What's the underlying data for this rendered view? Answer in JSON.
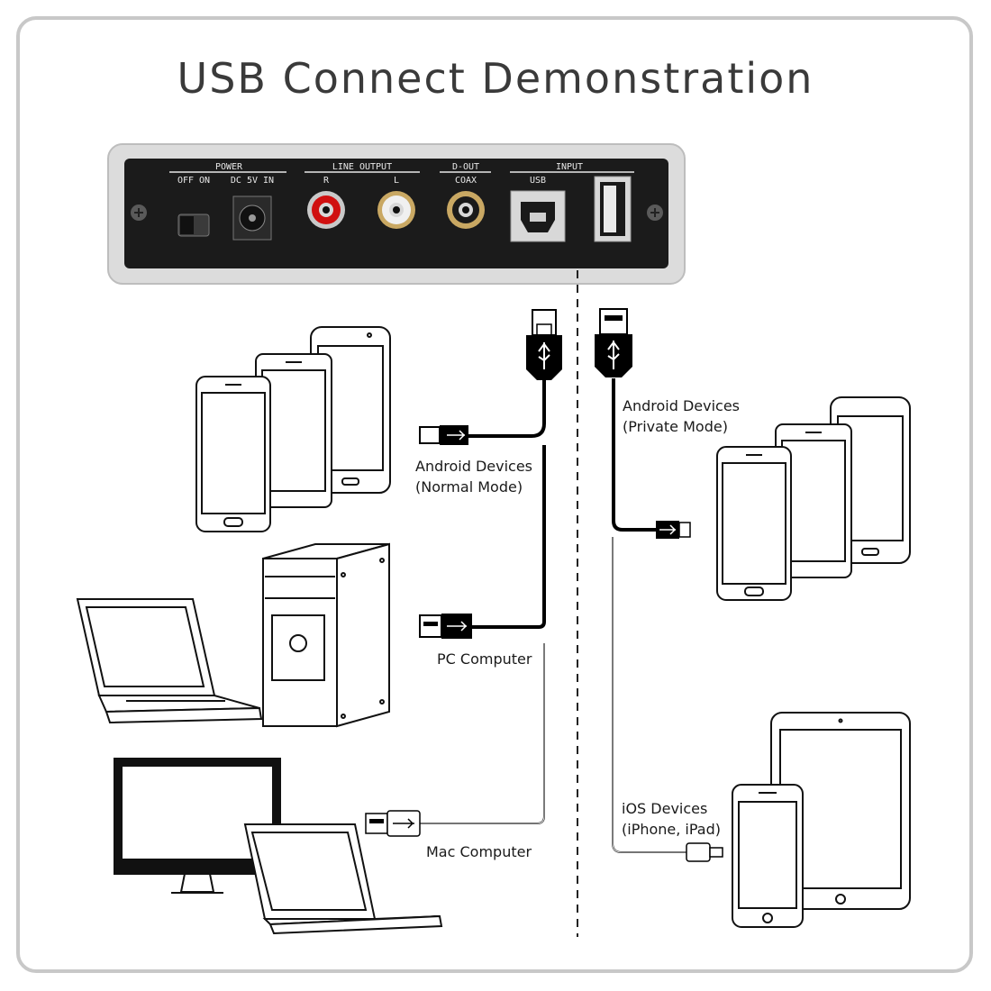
{
  "title": "USB Connect Demonstration",
  "device_panel": {
    "sections": {
      "power": "POWER",
      "line_output": "LINE OUTPUT",
      "d_out": "D-OUT",
      "input": "INPUT"
    },
    "ports": {
      "off_on": "OFF ON",
      "dc_in": "DC 5V IN",
      "r": "R",
      "l": "L",
      "coax": "COAX",
      "usb": "USB"
    }
  },
  "connections": {
    "android_normal": {
      "line1": "Android Devices",
      "line2": "(Normal Mode)"
    },
    "pc": {
      "label": "PC Computer"
    },
    "mac": {
      "label": "Mac Computer"
    },
    "android_private": {
      "line1": "Android Devices",
      "line2": "(Private Mode)"
    },
    "ios": {
      "line1": "iOS Devices",
      "line2": "(iPhone, iPad)"
    }
  },
  "icons": [
    "usb-b-connector-icon",
    "usb-a-connector-icon",
    "micro-usb-icon",
    "lightning-icon",
    "usb-symbol-icon"
  ],
  "colors": {
    "panel": "#1b1b1b",
    "bezel": "#d9d9d9",
    "rca_red": "#d01010",
    "cable": "#000000",
    "title": "#3a3a3a"
  }
}
